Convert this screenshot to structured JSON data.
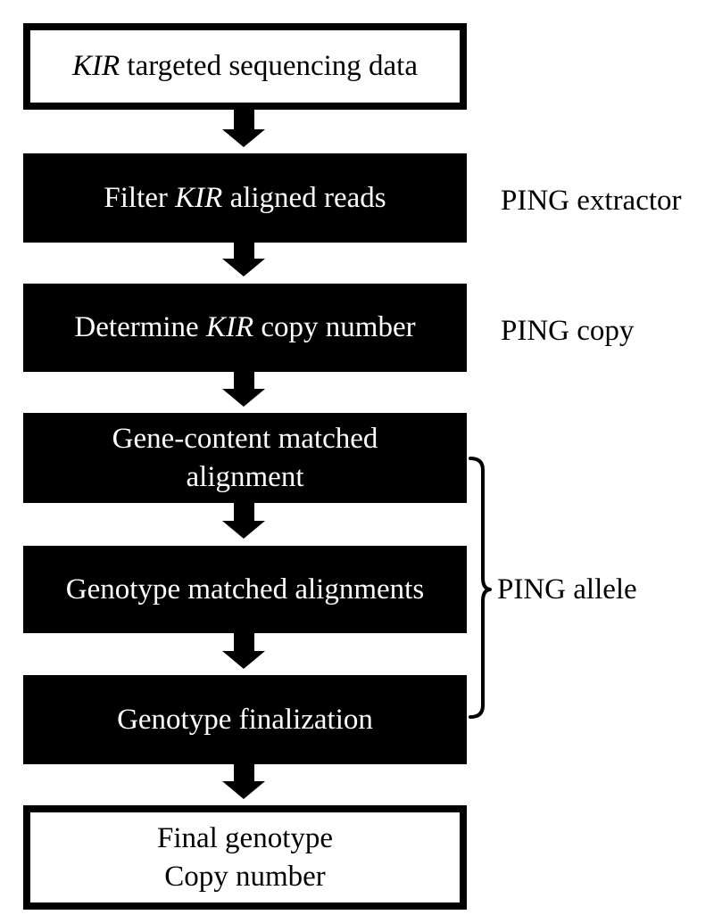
{
  "steps": [
    {
      "id": "input",
      "style": "white",
      "lines": [
        {
          "parts": [
            {
              "text": "KIR",
              "italic": true
            },
            {
              "text": " targeted sequencing data"
            }
          ]
        }
      ]
    },
    {
      "id": "filter",
      "style": "black",
      "lines": [
        {
          "parts": [
            {
              "text": "Filter "
            },
            {
              "text": "KIR",
              "italic": true
            },
            {
              "text": " aligned reads"
            }
          ]
        }
      ]
    },
    {
      "id": "copy",
      "style": "black",
      "lines": [
        {
          "parts": [
            {
              "text": "Determine "
            },
            {
              "text": "KIR",
              "italic": true
            },
            {
              "text": " copy number"
            }
          ]
        }
      ]
    },
    {
      "id": "gene",
      "style": "black",
      "lines": [
        {
          "parts": [
            {
              "text": "Gene-content matched"
            }
          ]
        },
        {
          "parts": [
            {
              "text": "alignment"
            }
          ]
        }
      ]
    },
    {
      "id": "genotype",
      "style": "black",
      "lines": [
        {
          "parts": [
            {
              "text": "Genotype matched alignments"
            }
          ]
        }
      ]
    },
    {
      "id": "final",
      "style": "black",
      "lines": [
        {
          "parts": [
            {
              "text": "Genotype finalization"
            }
          ]
        }
      ]
    },
    {
      "id": "output",
      "style": "white",
      "lines": [
        {
          "parts": [
            {
              "text": "Final genotype"
            }
          ]
        },
        {
          "parts": [
            {
              "text": "Copy number"
            }
          ]
        }
      ]
    }
  ],
  "labels": {
    "extractor": "PING extractor",
    "copy": "PING copy",
    "allele": "PING allele"
  }
}
